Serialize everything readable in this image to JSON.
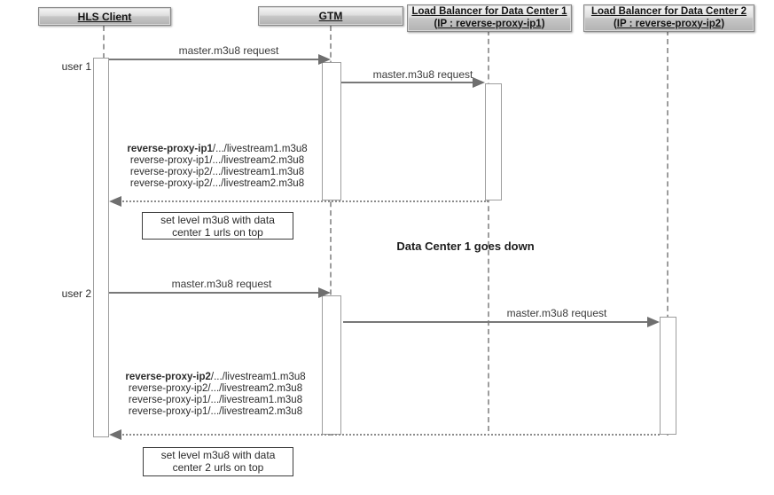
{
  "diagram": {
    "participants": [
      {
        "name": "HLS Client",
        "ip": ""
      },
      {
        "name": "GTM",
        "ip": ""
      },
      {
        "name": "Load Balancer for Data Center 1",
        "ip": "(IP : reverse-proxy-ip1)"
      },
      {
        "name": "Load Balancer for Data Center 2",
        "ip": "(IP : reverse-proxy-ip2)"
      }
    ],
    "users": {
      "user1": "user 1",
      "user2": "user 2"
    },
    "messages": {
      "req1": "master.m3u8 request",
      "req2": "master.m3u8 request",
      "req3": "master.m3u8 request",
      "req4": "master.m3u8 request"
    },
    "response1": {
      "line1_bold": "reverse-proxy-ip1",
      "line1_rest": "/.../livestream1.m3u8",
      "line2": "reverse-proxy-ip1/.../livestream2.m3u8",
      "line3": "reverse-proxy-ip2/.../livestream1.m3u8",
      "line4": "reverse-proxy-ip2/.../livestream2.m3u8"
    },
    "response2": {
      "line1_bold": "reverse-proxy-ip2",
      "line1_rest": "/.../livestream1.m3u8",
      "line2": "reverse-proxy-ip2/.../livestream2.m3u8",
      "line3": "reverse-proxy-ip1/.../livestream1.m3u8",
      "line4": "reverse-proxy-ip1/.../livestream2.m3u8"
    },
    "note1": {
      "line1": "set level m3u8 with data",
      "line2": "center 1 urls on top"
    },
    "note2": {
      "line1": "set level m3u8 with data",
      "line2": "center 2 urls on top"
    },
    "annotation": "Data Center 1 goes down",
    "colors": {
      "arrow": "#787878",
      "lifeline": "#9d9d9d",
      "header_top": "#f6f6f6",
      "header_bottom": "#b2b2b2",
      "note_border": "#3d3d3d"
    }
  }
}
